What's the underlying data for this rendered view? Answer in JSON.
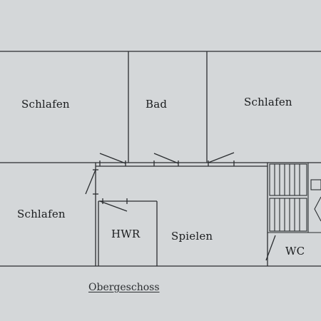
{
  "floorplan": {
    "caption": "Obergeschoss",
    "rooms": [
      {
        "id": "schlafen-top-left",
        "label": "Schlafen"
      },
      {
        "id": "bad",
        "label": "Bad"
      },
      {
        "id": "schlafen-top-right",
        "label": "Schlafen"
      },
      {
        "id": "schlafen-left",
        "label": "Schlafen"
      },
      {
        "id": "hwr",
        "label": "HWR"
      },
      {
        "id": "spielen",
        "label": "Spielen"
      },
      {
        "id": "wc",
        "label": "WC"
      }
    ]
  }
}
